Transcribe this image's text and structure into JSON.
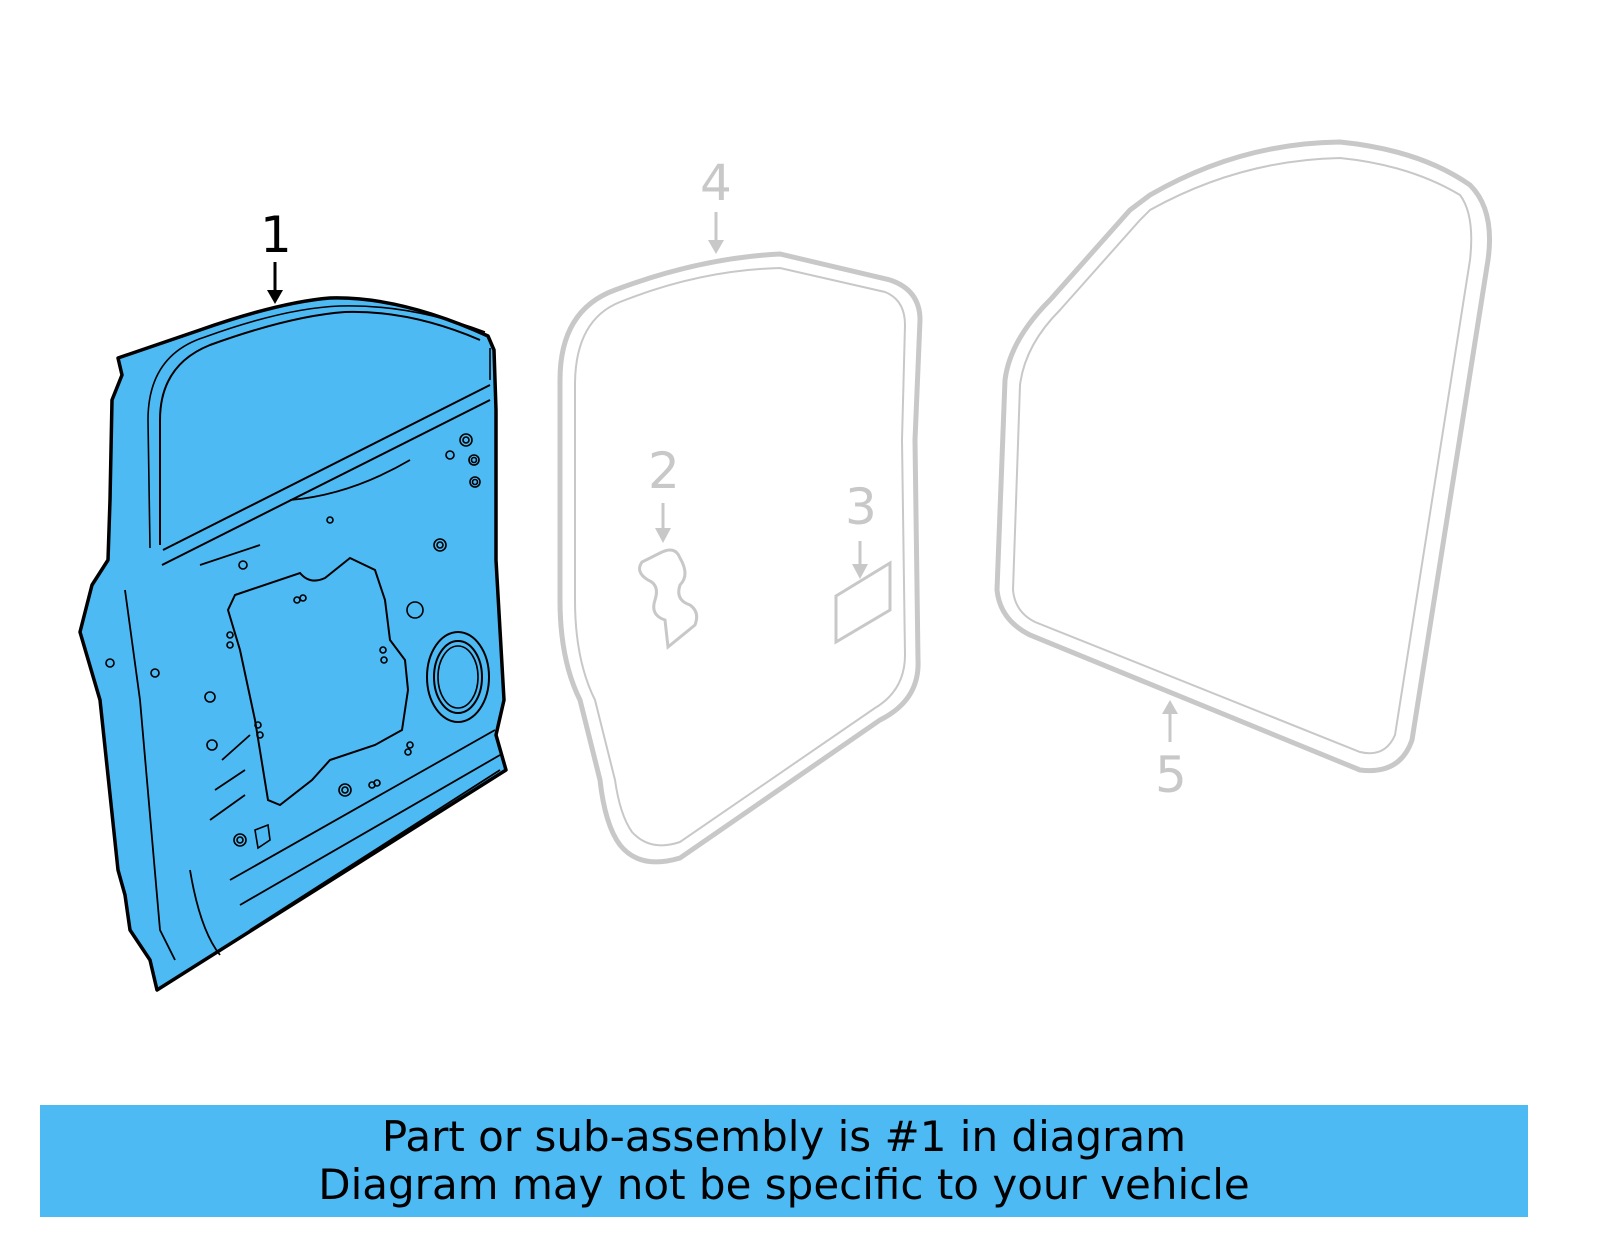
{
  "diagram": {
    "highlight_color": "#4dbaf4",
    "inactive_color": "#c8c8c8",
    "line_color": "#000000",
    "callouts": [
      {
        "number": "1",
        "part": "door-shell",
        "active": true
      },
      {
        "number": "2",
        "part": "sealing-patch",
        "active": false
      },
      {
        "number": "3",
        "part": "label-pad",
        "active": false
      },
      {
        "number": "4",
        "part": "door-weatherstrip-inner",
        "active": false
      },
      {
        "number": "5",
        "part": "door-weatherstrip-outer",
        "active": false
      }
    ]
  },
  "banner": {
    "line1": "Part or sub-assembly is #1 in diagram",
    "line2": "Diagram may not be specific to your vehicle",
    "background": "#4dbaf4"
  }
}
